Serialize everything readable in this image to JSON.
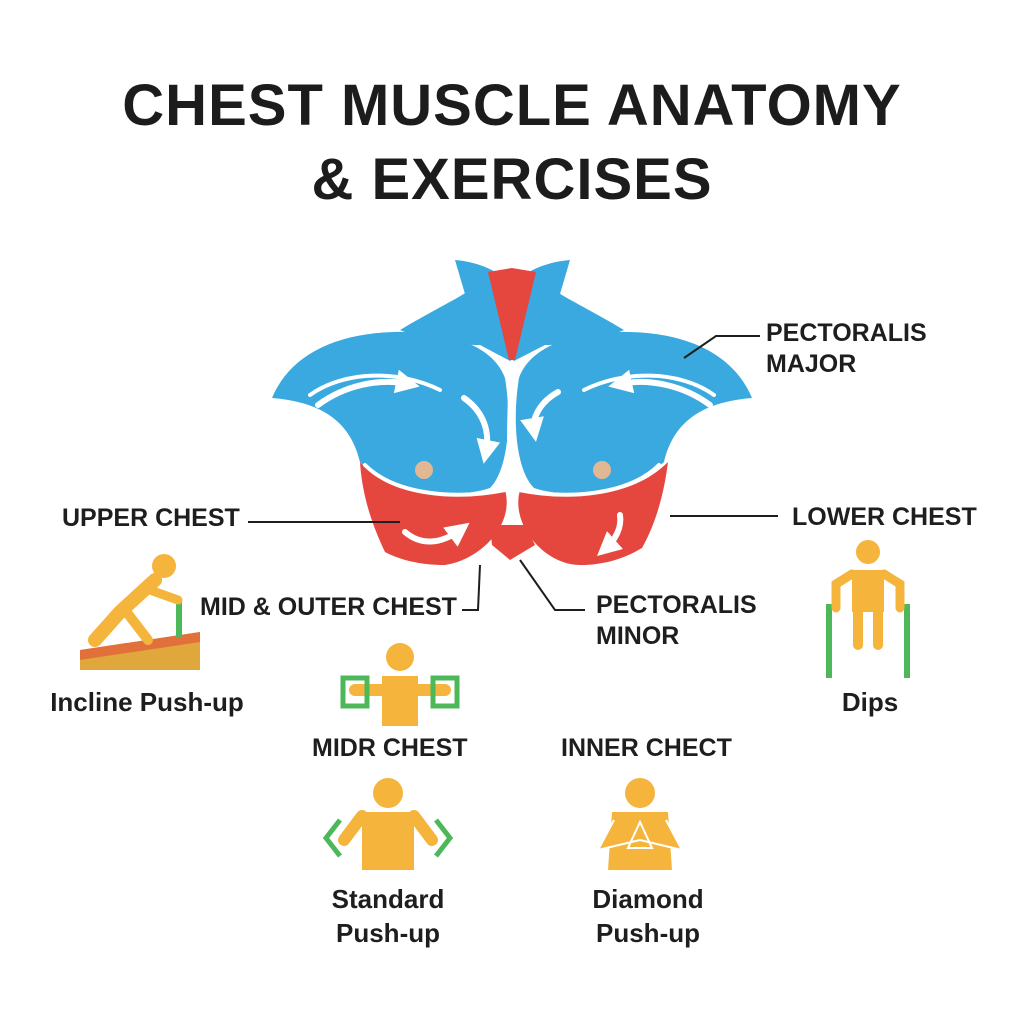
{
  "title": {
    "line1": "CHEST MUSCLE ANATOMY",
    "line2": "& EXERCISES"
  },
  "labels": {
    "pectoralis_major": [
      "PECTORALIS",
      "MAJOR"
    ],
    "upper_chest": "UPPER CHEST",
    "lower_chest": "LOWER CHEST",
    "mid_outer_chest": "MID & OUTER CHEST",
    "pectoralis_minor": [
      "PECTORALIS",
      "MINOR"
    ],
    "midr_chest": "MIDR CHEST",
    "inner_chect": "INNER CHECT"
  },
  "exercises": {
    "incline": "Incline Push-up",
    "dips": "Dips",
    "standard": [
      "Standard",
      "Push-up"
    ],
    "diamond": [
      "Diamond",
      "Push-up"
    ]
  },
  "colors": {
    "upper_muscle": "#3aa9e0",
    "lower_muscle": "#e5473f",
    "figure": "#f5b43c",
    "equipment": "#4cb85a",
    "text": "#1e1e1e"
  },
  "icons": [
    "incline-pushup-icon",
    "dips-icon",
    "midr-chest-icon",
    "standard-pushup-icon",
    "diamond-pushup-icon"
  ]
}
